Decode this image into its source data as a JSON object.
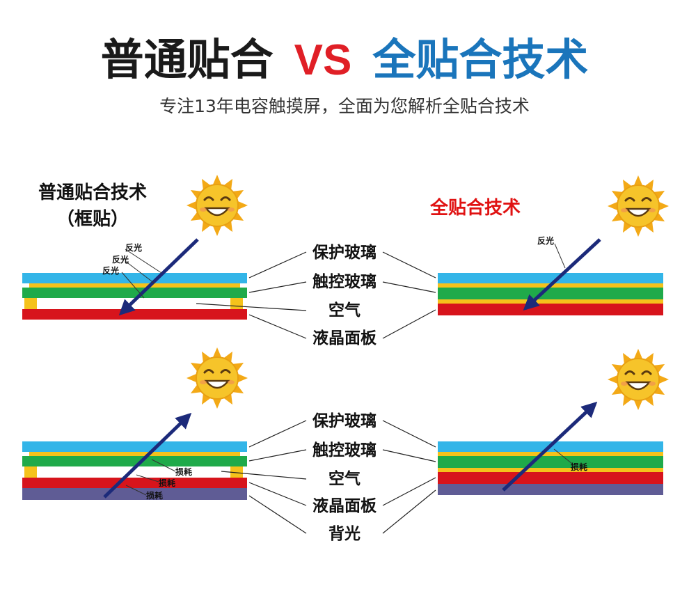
{
  "title": {
    "part1": "普通贴合",
    "part2": "VS",
    "part3": "全贴合技术",
    "color1": "#1a1a1a",
    "color2": "#e01f26",
    "color3": "#1a75bb"
  },
  "subtitle": "专注13年电容触摸屏，全面为您解析全贴合技术",
  "left_title": {
    "line1": "普通贴合技术",
    "line2": "（框贴）"
  },
  "right_title": "全贴合技术",
  "center_labels_top": {
    "protective_glass": "保护玻璃",
    "touch_glass": "触控玻璃",
    "air": "空气",
    "lcd_panel": "液晶面板"
  },
  "center_labels_bottom": {
    "protective_glass": "保护玻璃",
    "touch_glass": "触控玻璃",
    "air": "空气",
    "lcd_panel": "液晶面板",
    "backlight": "背光"
  },
  "small_labels": {
    "reflect": "反光",
    "loss": "损耗"
  },
  "layer_colors": {
    "protective_glass": "#33b5e8",
    "adhesive": "#f5c21b",
    "touch_glass": "#1faa4a",
    "lcd_panel": "#d7141c",
    "backlight": "#5f5c95",
    "arrow": "#1c2a7a"
  },
  "icons": {
    "sun": "smiling-sun-icon",
    "arrow_in": "incident-light-arrow-icon",
    "arrow_out": "emitted-light-arrow-icon"
  }
}
